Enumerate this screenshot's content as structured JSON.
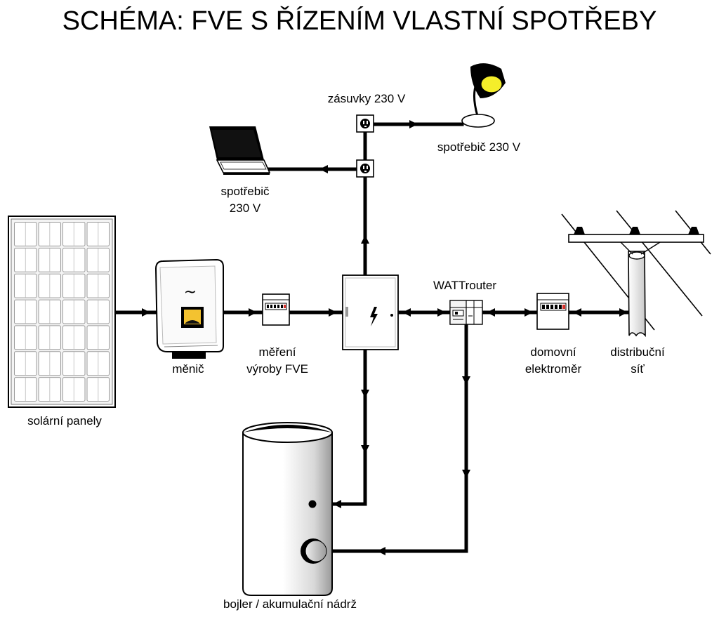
{
  "title": "SCHÉMA: FVE S ŘÍZENÍM VLASTNÍ SPOTŘEBY",
  "labels": {
    "sockets": "zásuvky 230 V",
    "appliance_lamp": "spotřebič 230 V",
    "appliance_laptop_1": "spotřebič",
    "appliance_laptop_2": "230 V",
    "inverter": "měnič",
    "production_meter_1": "měření",
    "production_meter_2": "výroby FVE",
    "wattrouter": "WATTrouter",
    "home_meter_1": "domovní",
    "home_meter_2": "elektroměr",
    "grid_1": "distribuční",
    "grid_2": "síť",
    "solar_panels": "solární panely",
    "boiler": "bojler / akumulační nádrž"
  },
  "inverter_symbol": "~",
  "colors": {
    "lamp_bulb": "#f5ee2a",
    "inverter_display": "#f3c230",
    "meter_indicator": "#d9302a",
    "wire": "#000000"
  },
  "icons": [
    "solar-panel-icon",
    "inverter-icon",
    "meter-icon",
    "switchboard-icon",
    "lightning-icon",
    "wattrouter-icon",
    "power-pole-icon",
    "laptop-icon",
    "lamp-icon",
    "socket-icon",
    "boiler-icon"
  ]
}
